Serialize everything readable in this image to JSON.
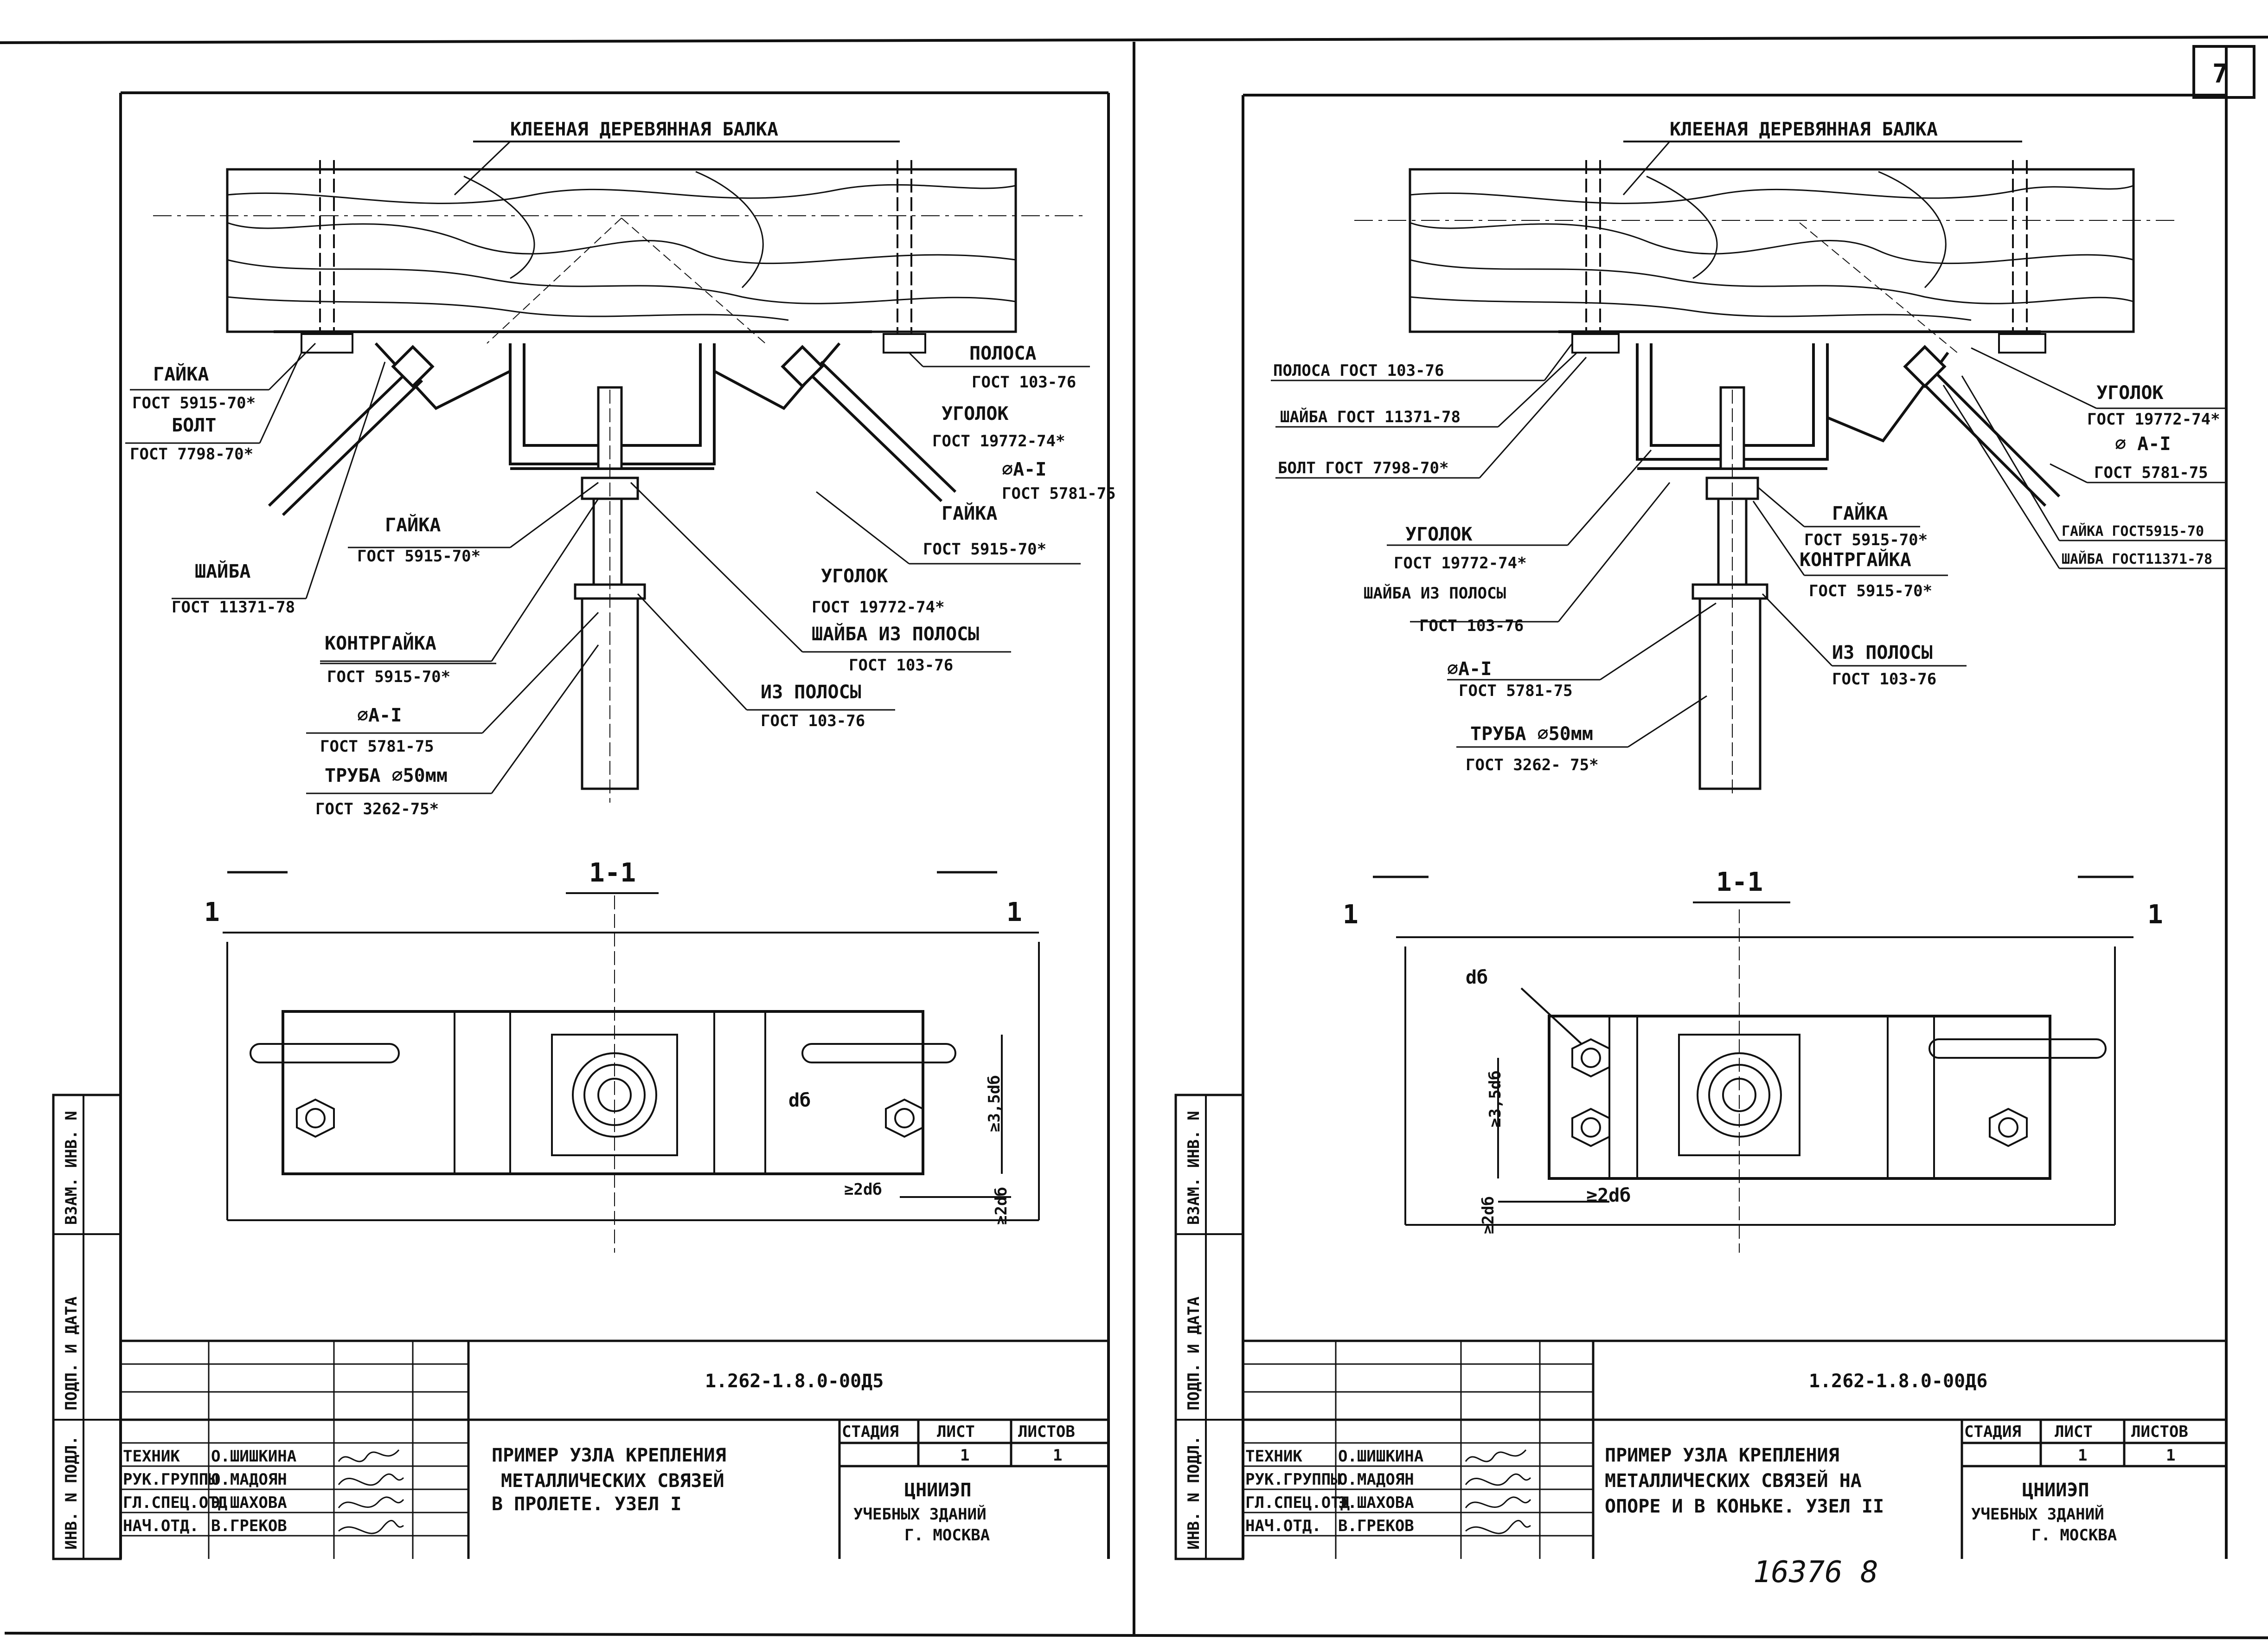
{
  "sheet_number": "7",
  "handwritten_number": "16376  8",
  "side_stamp": {
    "inv_podl": "ИНВ. N ПОДЛ.",
    "podp_data": "ПОДП. И ДАТА",
    "vzam_inv": "ВЗАМ. ИНВ. N"
  },
  "left": {
    "beam_title": "КЛЕЕНАЯ  ДЕРЕВЯННАЯ БАЛКА",
    "labels": {
      "gaika1_a": "ГАЙКА",
      "gaika1_b": "ГОСТ 5915-70*",
      "bolt_a": "БОЛТ",
      "bolt_b": "ГОСТ 7798-70*",
      "polosa_a": "ПОЛОСА",
      "polosa_b": "ГОСТ 103-76",
      "ugolok1_a": "УГОЛОК",
      "ugolok1_b": "ГОСТ 19772-74*",
      "dia_a": "⌀A-I",
      "dia_b": "ГОСТ 5781-75",
      "gaika2_a": "ГАЙКА",
      "gaika2_b": "ГОСТ 5915-70*",
      "gaika3_a": "ГАЙКА",
      "gaika3_b": "ГОСТ 5915-70*",
      "shaiba_a": "ШАЙБА",
      "shaiba_b": "ГОСТ 11371-78",
      "ugolok2_a": "УГОЛОК",
      "ugolok2_b": "ГОСТ 19772-74*",
      "shaiba_polosa_a": "ШАЙБА ИЗ ПОЛОСЫ",
      "shaiba_polosa_b": "ГОСТ 103-76",
      "kontr_a": "КОНТРГАЙКА",
      "kontr_b": "ГОСТ 5915-70*",
      "iz_polosy_a": "ИЗ ПОЛОСЫ",
      "iz_polosy_b": "ГОСТ 103-76",
      "dia2_a": "⌀A-I",
      "dia2_b": "ГОСТ 5781-75",
      "truba_a": "ТРУБА ⌀50мм",
      "truba_b": "ГОСТ 3262-75*"
    },
    "section": "1-1",
    "sec_mark_l": "1",
    "sec_mark_r": "1",
    "dim_d": "dб",
    "dim_35": "≥3,5dб",
    "dim_2d_h": "≥2dб",
    "dim_2d_v": "≥2dб",
    "code": "1.262-1.8.0-00Д5",
    "title_lines": [
      "ПРИМЕР УЗЛА КРЕПЛЕНИЯ",
      "МЕТАЛЛИЧЕСКИХ СВЯЗЕЙ",
      "В ПРОЛЕТЕ.   УЗЕЛ I"
    ],
    "stage_head": "СТАДИЯ",
    "list_head": "ЛИСТ",
    "lists_head": "ЛИСТОВ",
    "list_val": "1",
    "lists_val": "1",
    "org": [
      "ЦНИИЭП",
      "УЧЕБНЫХ ЗДАНИЙ",
      "Г. МОСКВА"
    ],
    "people": [
      {
        "role": "ТЕХНИК",
        "name": "О.ШИШКИНА"
      },
      {
        "role": "РУК.ГРУППЫ",
        "name": "О.МАДОЯН"
      },
      {
        "role": "ГЛ.СПЕЦ.ОТД",
        "name": "Э.ШАХОВА"
      },
      {
        "role": "НАЧ.ОТД.",
        "name": "В.ГРЕКОВ"
      }
    ]
  },
  "right": {
    "beam_title": "КЛЕЕНАЯ  ДЕРЕВЯННАЯ БАЛКА",
    "labels": {
      "polosa": "ПОЛОСА ГОСТ 103-76",
      "shaiba": "ШАЙБА  ГОСТ 11371-78",
      "bolt": "БОЛТ  ГОСТ 7798-70*",
      "ugolok_l_a": "УГОЛОК",
      "ugolok_l_b": "ГОСТ 19772-74*",
      "shaiba_polosa": "ШАЙБА ИЗ ПОЛОСЫ",
      "shaiba_polosa_b": "ГОСТ 103-76",
      "dia_a": "⌀A-I",
      "dia_b": "ГОСТ 5781-75",
      "truba_a": "ТРУБА   ⌀50мм",
      "truba_b": "ГОСТ 3262- 75*",
      "gaika_a": "ГАЙКА",
      "gaika_b": "ГОСТ 5915-70*",
      "kontr_a": "КОНТРГАЙКА",
      "kontr_b": "ГОСТ 5915-70*",
      "iz_polosy_a": "ИЗ ПОЛОСЫ",
      "iz_polosy_b": "ГОСТ 103-76",
      "ugolok_r_a": "УГОЛОК",
      "ugolok_r_b": "ГОСТ 19772-74*",
      "dia_r_a": "⌀ A-I",
      "dia_r_b": "ГОСТ 5781-75",
      "gaika_r": "ГАЙКА ГОСТ5915-70",
      "shaiba_r": "ШАЙБА ГОСТ11371-78"
    },
    "section": "1-1",
    "sec_mark_l": "1",
    "sec_mark_r": "1",
    "dim_d": "dб",
    "dim_35": "≥3,5dб",
    "dim_2d_h": "≥2dб",
    "dim_2d_v": "≥2dб",
    "code": "1.262-1.8.0-00Д6",
    "title_lines": [
      "ПРИМЕР УЗЛА КРЕПЛЕНИЯ",
      "МЕТАЛЛИЧЕСКИХ СВЯЗЕЙ НА",
      "ОПОРЕ И В КОНЬКЕ. УЗЕЛ II"
    ],
    "stage_head": "СТАДИЯ",
    "list_head": "ЛИСТ",
    "lists_head": "ЛИСТОВ",
    "list_val": "1",
    "lists_val": "1",
    "org": [
      "ЦНИИЭП",
      "УЧЕБНЫХ ЗДАНИЙ",
      "Г. МОСКВА"
    ],
    "people": [
      {
        "role": "ТЕХНИК",
        "name": "О.ШИШКИНА"
      },
      {
        "role": "РУК.ГРУППЫ",
        "name": "О.МАДОЯН"
      },
      {
        "role": "ГЛ.СПЕЦ.ОТД",
        "name": "Э.ШАХОВА"
      },
      {
        "role": "НАЧ.ОТД.",
        "name": "В.ГРЕКОВ"
      }
    ]
  }
}
